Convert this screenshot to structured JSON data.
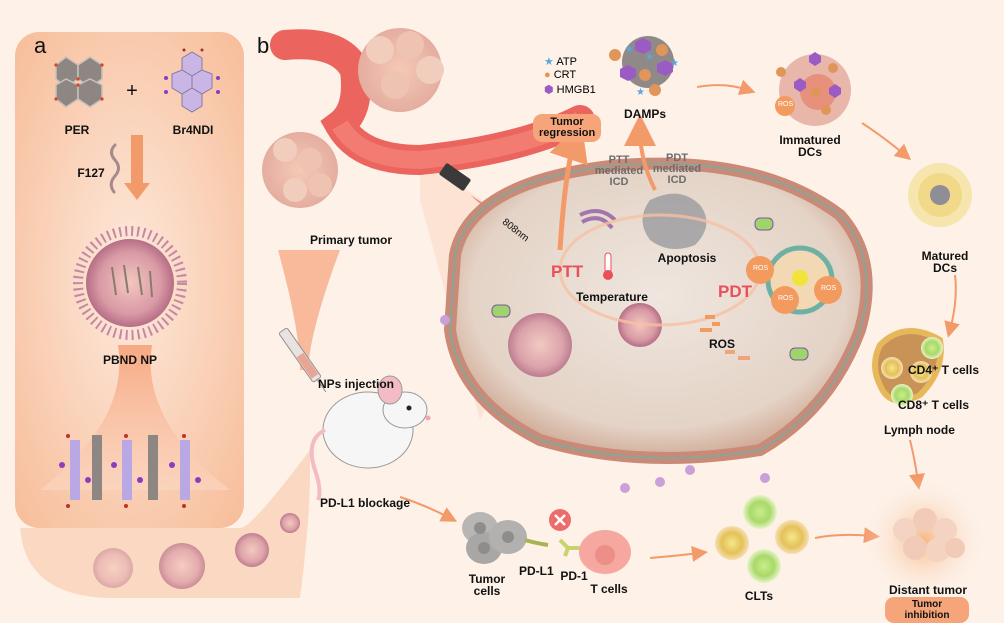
{
  "panels": {
    "a": {
      "letter": "a",
      "reactant1": "PER",
      "plus": "+",
      "reactant2": "Br4NDI",
      "surfactant": "F127",
      "product": "PBND NP"
    },
    "b": {
      "letter": "b",
      "primary_tumor": "Primary tumor",
      "laser": "808nm",
      "legend": [
        {
          "icon": "star-icon",
          "label": "ATP",
          "color": "#5aa6e0"
        },
        {
          "icon": "circle-icon",
          "label": "CRT",
          "color": "#e0955a"
        },
        {
          "icon": "hexagon-icon",
          "label": "HMGB1",
          "color": "#9a5cc2"
        }
      ],
      "damps": "DAMPs",
      "tumor_regression": "Tumor regression",
      "ptt_icd": "PTT mediated ICD",
      "pdt_icd": "PDT mediated ICD",
      "immatured_dcs": "Immatured DCs",
      "matured_dcs": "Matured DCs",
      "apoptosis": "Apoptosis",
      "ptt": "PTT",
      "pdt": "PDT",
      "temperature": "Temperature",
      "ros": "ROS",
      "ros_badge": "ROS",
      "cd4": "CD4⁺ T cells",
      "cd8": "CD8⁺ T cells",
      "lymph_node": "Lymph node",
      "nps_injection": "NPs injection",
      "pdl1_blockage": "PD-L1 blockage",
      "tumor_cells": "Tumor cells",
      "pd_l1": "PD-L1",
      "pd_1": "PD-1",
      "t_cells": "T cells",
      "clts": "CLTs",
      "distant_tumor": "Distant tumor",
      "tumor_inhibition": "Tumor inhibition"
    }
  },
  "colors": {
    "background": "#fdf1e8",
    "panel_a": "#f9cfb4",
    "arrow": "#f39a6b",
    "highlight_pill": "#f6a57b",
    "ptt_pdt_text": "#e8505b",
    "vessel": "#e9544f"
  }
}
